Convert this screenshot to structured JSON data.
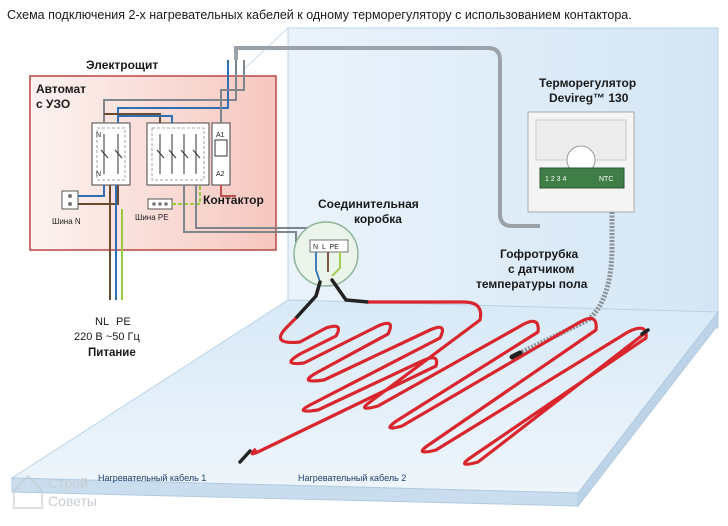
{
  "title": "Схема подключения 2-х нагревательных кабелей к одному терморегулятору с использованием контактора.",
  "panel": {
    "title": "Электрощит",
    "breaker_line1": "Автомат",
    "breaker_line2": "с УЗО",
    "contactor": "Контактор",
    "bus_n": "Шина N",
    "bus_pe": "Шина PE",
    "term_n_top": "N",
    "term_n_bottom": "N",
    "term_a1": "A1",
    "term_a2": "A2"
  },
  "junction_box": {
    "line1": "Соединительная",
    "line2": "коробка",
    "terms": "N  L  PE"
  },
  "thermostat": {
    "line1": "Терморегулятор",
    "line2": "Devireg™ 130",
    "terms_left": "1 2 3 4",
    "terms_right": "NTC"
  },
  "conduit": {
    "line1": "Гофротрубка",
    "line2": "с датчиком",
    "line3": "температуры пола"
  },
  "power": {
    "nl": "NL",
    "pe": "PE",
    "voltage": "220 В ~50 Гц",
    "label": "Питание"
  },
  "cables": {
    "cable1": "Нагревательный кабель 1",
    "cable2": "Нагревательный кабель 2"
  },
  "watermark": {
    "line1": "Строй",
    "line2": "Советы"
  },
  "colors": {
    "heating_cable": "#d9262c",
    "wire_gray": "#7d858d",
    "wire_brown": "#6b4a2e",
    "wire_blue": "#2f6fb5",
    "pe_stripe": "#9acb3c",
    "panel_border": "#c0504d"
  }
}
